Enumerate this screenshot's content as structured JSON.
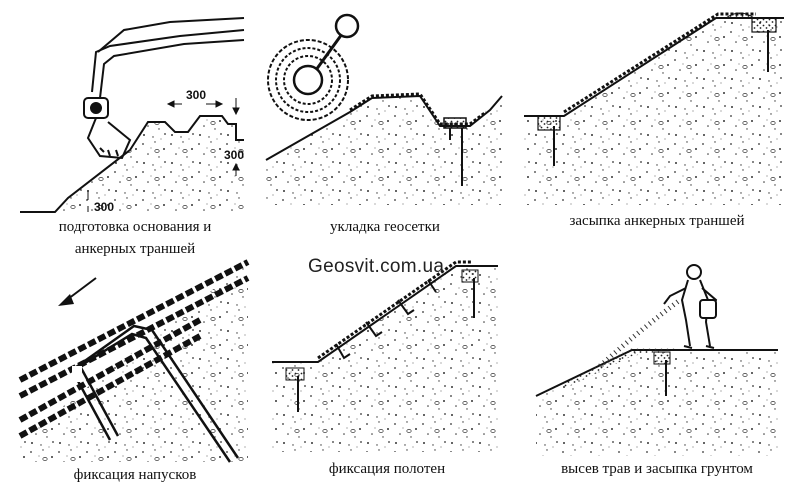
{
  "watermark": "Geosvit.com.ua",
  "dimensions": {
    "width_label": "300",
    "depth_label": "300",
    "offset_label": "300"
  },
  "panels": [
    {
      "caption_line1": "подготовка основания и",
      "caption_line2": "анкерных траншей"
    },
    {
      "caption_line1": "укладка геосетки",
      "caption_line2": ""
    },
    {
      "caption_line1": "засыпка анкерных траншей",
      "caption_line2": ""
    },
    {
      "caption_line1": "фиксация напусков",
      "caption_line2": ""
    },
    {
      "caption_line1": "фиксация полотен",
      "caption_line2": ""
    },
    {
      "caption_line1": "высев трав и засыпка грунтом",
      "caption_line2": ""
    }
  ]
}
